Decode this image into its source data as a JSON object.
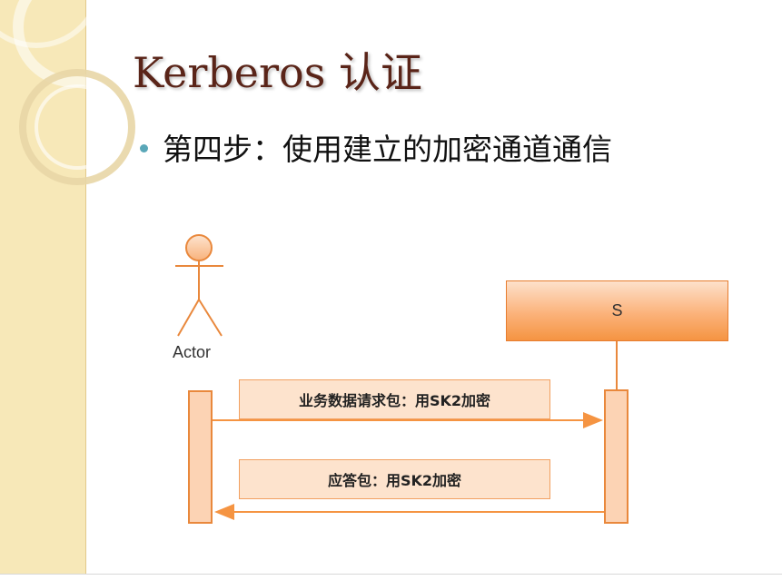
{
  "slide": {
    "title": "Kerberos 认证",
    "bullet": "第四步：使用建立的加密通道通信"
  },
  "diagram": {
    "actor_label": "Actor",
    "server_label": "S",
    "messages": [
      {
        "label": "业务数据请求包：用SK2加密",
        "direction": "actor-to-server"
      },
      {
        "label": "应答包：用SK2加密",
        "direction": "server-to-actor"
      }
    ]
  },
  "colors": {
    "accent_orange": "#f59442",
    "activation_fill": "#fcd3b4",
    "title_color": "#5a2418",
    "bullet_color": "#5aa7b8",
    "left_band": "#f7e8b8"
  }
}
